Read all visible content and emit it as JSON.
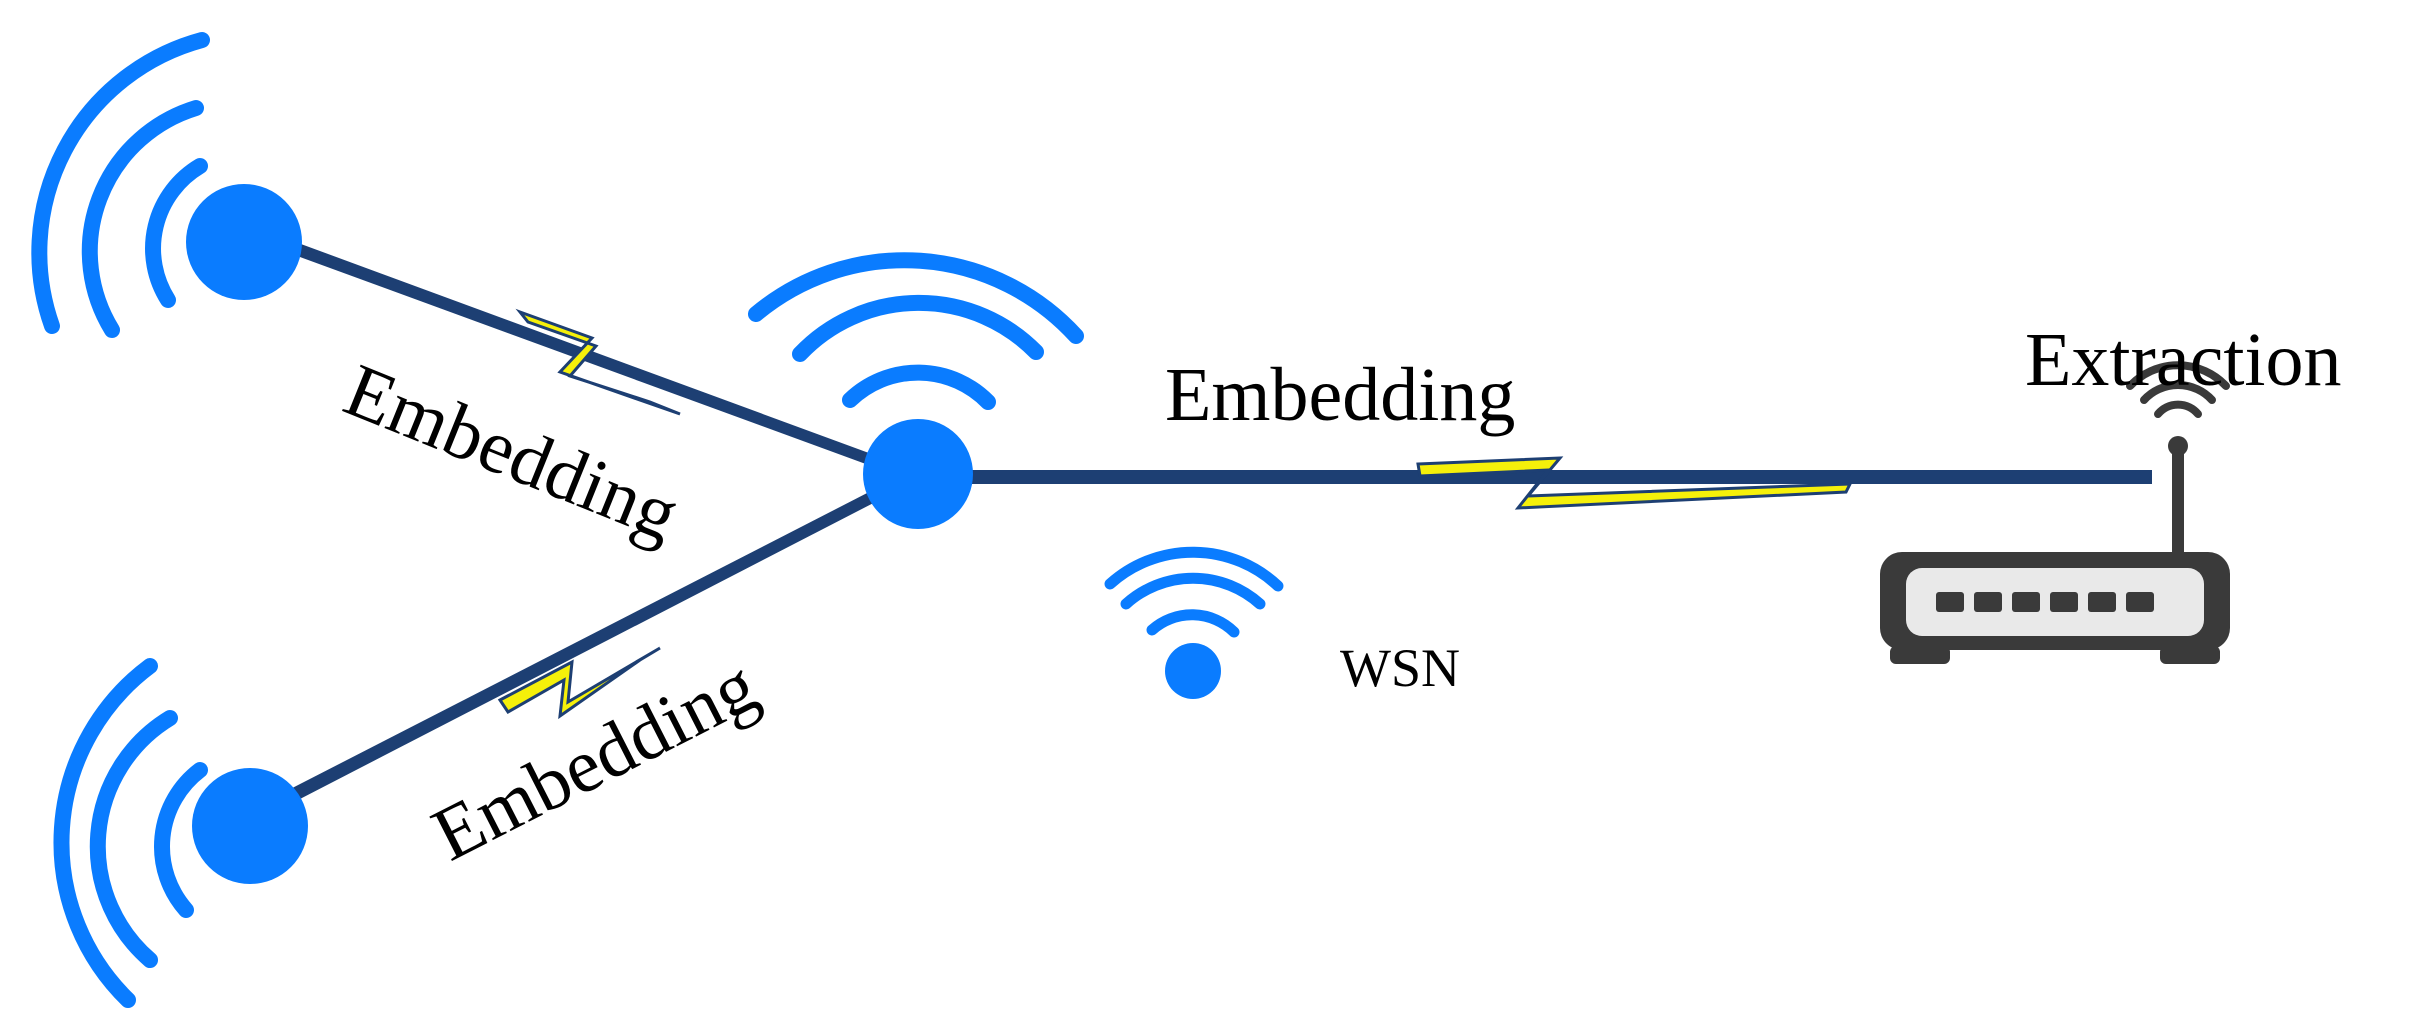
{
  "diagram": {
    "labels": {
      "embedding_top_left": "Embedding",
      "embedding_bottom_left": "Embedding",
      "embedding_right": "Embedding",
      "extraction": "Extraction",
      "legend_wsn": "WSN"
    },
    "colors": {
      "node_blue": "#0a7cff",
      "link_dark": "#1d3f73",
      "lightning_yellow": "#f5f00a",
      "router_gray": "#3a3a3a",
      "port_light": "#e9e9e9"
    },
    "icons": {
      "sensor_node": "wifi-node-icon",
      "router": "router-icon"
    }
  }
}
